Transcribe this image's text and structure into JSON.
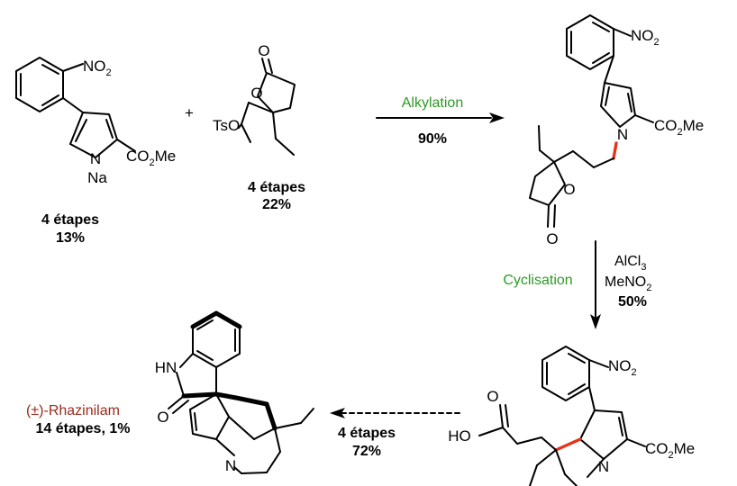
{
  "colors": {
    "bond": "#000000",
    "new_bond": "#e2351a",
    "reagent_text": "#2e9a25",
    "product_name": "#9b2a1c"
  },
  "atoms": {
    "nitro": "NO",
    "nitro_sub": "2",
    "ester": "CO",
    "ester_sub": "2",
    "ester_tail": "Me",
    "nitrogen": "N",
    "sodium": "Na",
    "oxygen": "O",
    "tosyloxy": "TsO",
    "hydroxy": "HO",
    "amide_nh": "HN"
  },
  "reactants": {
    "plus": "+",
    "pyrrole_steps": "4 étapes",
    "pyrrole_yield": "13%",
    "lactone_steps": "4 étapes",
    "lactone_yield": "22%"
  },
  "step1": {
    "reagent": "Alkylation",
    "yield": "90%"
  },
  "step2": {
    "label": "Cyclisation",
    "reagent1": "AlCl",
    "reagent1_sub": "3",
    "reagent2": "MeNO",
    "reagent2_sub": "2",
    "yield": "50%"
  },
  "step3": {
    "steps": "4 étapes",
    "yield": "72%"
  },
  "product": {
    "name": "(±)-Rhazinilam",
    "summary": "14 étapes, 1%"
  }
}
